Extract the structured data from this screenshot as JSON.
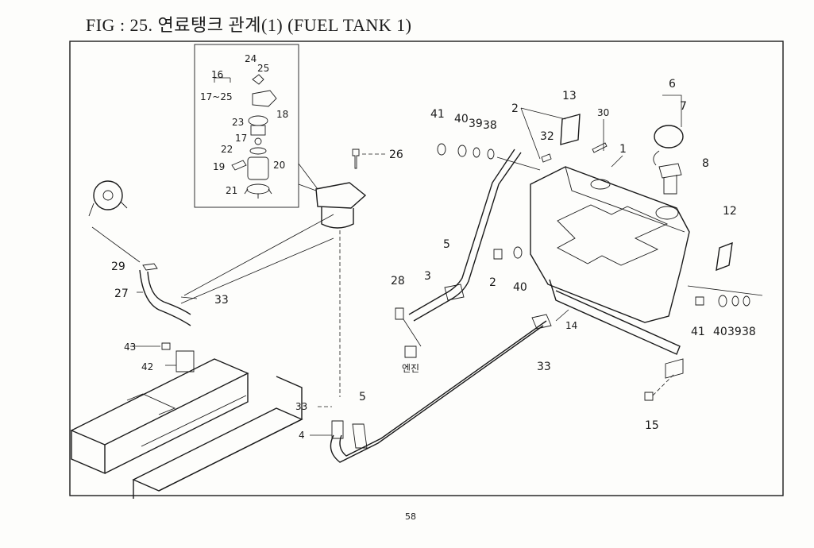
{
  "header": {
    "title": "FIG : 25. 연료탱크 관계(1) (FUEL TANK 1)"
  },
  "footer": {
    "page_number": "58"
  },
  "inset": {
    "labels": {
      "l16": "16",
      "l17_25": "17~25",
      "l24": "24",
      "l25": "25",
      "l18": "18",
      "l23": "23",
      "l17": "17",
      "l22": "22",
      "l19": "19",
      "l20": "20",
      "l21": "21"
    }
  },
  "callouts": {
    "c1": "1",
    "c2a": "2",
    "c2b": "2",
    "c3": "3",
    "c4": "4",
    "c5a": "5",
    "c5b": "5",
    "c6": "6",
    "c7": "7",
    "c8": "8",
    "c12": "12",
    "c13": "13",
    "c14": "14",
    "c15": "15",
    "c26": "26",
    "c27": "27",
    "c28": "28",
    "c29": "29",
    "c30": "30",
    "c32": "32",
    "c33a": "33",
    "c33b": "33",
    "c33c": "33",
    "c38a": "38",
    "c39a": "39",
    "c40a": "40",
    "c41a": "41",
    "c40b": "40",
    "c41b": "41",
    "c40c": "40",
    "c39c": "39",
    "c38c": "38",
    "c42": "42",
    "c43": "43",
    "engine": "엔진"
  }
}
